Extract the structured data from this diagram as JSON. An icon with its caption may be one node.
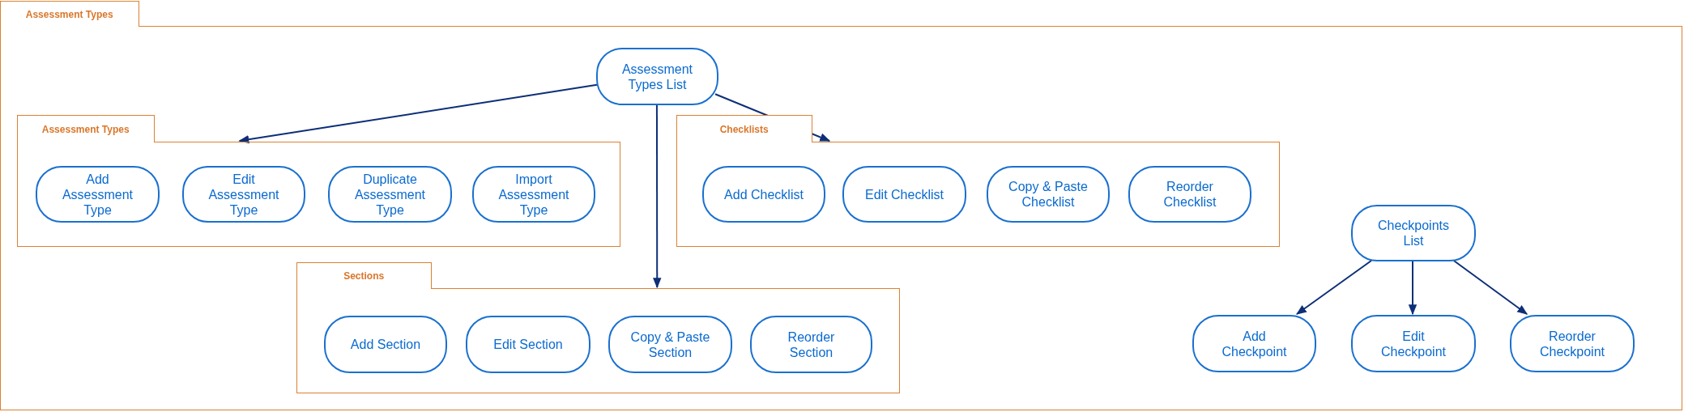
{
  "diagram": {
    "nodes": [
      {
        "text": [
          "Assessment Types"
        ]
      },
      {
        "text": [
          "Assessment Types List"
        ],
        "in": 0
      },
      {
        "text": [
          "Assessment Types"
        ],
        "in": 0
      },
      {
        "text": [
          "Add Assessment Type"
        ],
        "in": 2
      },
      {
        "text": [
          "Edit Assessment Type"
        ],
        "in": 2
      },
      {
        "text": [
          "Duplicate Assessment Type"
        ],
        "in": 2
      },
      {
        "text": [
          "Import Assessment Type"
        ],
        "in": 2
      },
      {
        "text": [
          "Checklists"
        ],
        "in": 0
      },
      {
        "text": [
          "Add Checklist"
        ],
        "in": 7
      },
      {
        "text": [
          "Edit Checklist"
        ],
        "in": 7
      },
      {
        "text": [
          "Copy & Paste Checklist"
        ],
        "in": 7
      },
      {
        "text": [
          "Reorder Checklist"
        ],
        "in": 7
      },
      {
        "text": [
          "Sections"
        ],
        "in": 0
      },
      {
        "text": [
          "Add Section"
        ],
        "in": 12
      },
      {
        "text": [
          "Edit Section"
        ],
        "in": 12
      },
      {
        "text": [
          "Copy & Paste Section"
        ],
        "in": 12
      },
      {
        "text": [
          "Reorder Section"
        ],
        "in": 12
      },
      {
        "text": [
          "Checkpoints List"
        ],
        "in": 0
      },
      {
        "text": [
          "Add Checkpoint"
        ],
        "in": 0
      },
      {
        "text": [
          "Edit Checkpoint"
        ],
        "in": 0
      },
      {
        "text": [
          "Reorder Checkpoint"
        ],
        "in": 0
      }
    ],
    "edges": [
      {
        "from": 1,
        "to": 2,
        "arrow": "to"
      },
      {
        "from": 1,
        "to": 7,
        "arrow": "to"
      },
      {
        "from": 1,
        "to": 12,
        "arrow": "to"
      },
      {
        "from": 17,
        "to": 18,
        "arrow": "to"
      },
      {
        "from": 17,
        "to": 19,
        "arrow": "to"
      },
      {
        "from": 17,
        "to": 20,
        "arrow": "to"
      }
    ]
  }
}
